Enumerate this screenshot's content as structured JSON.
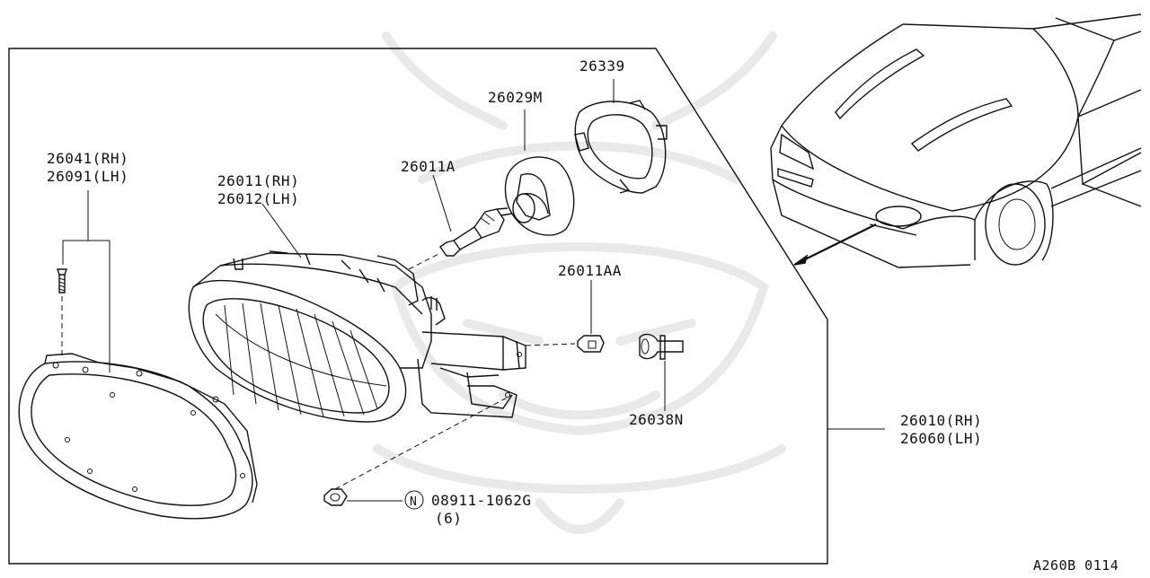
{
  "colors": {
    "line": "#111111",
    "background": "#ffffff",
    "watermark": "#e9e9e9"
  },
  "parts": {
    "p26041": [
      "26041(RH)",
      "26091(LH)"
    ],
    "p26011": [
      "26011(RH)",
      "26012(LH)"
    ],
    "p26011A": "26011A",
    "p26029M": "26029M",
    "p26339": "26339",
    "p26011AA": "26011AA",
    "p26038N": "26038N",
    "p26010": [
      "26010(RH)",
      "26060(LH)"
    ],
    "nut": {
      "symbol": "N",
      "part": "08911-1062G",
      "qty": "(6)"
    }
  },
  "diagram_code": "A260B 0114"
}
